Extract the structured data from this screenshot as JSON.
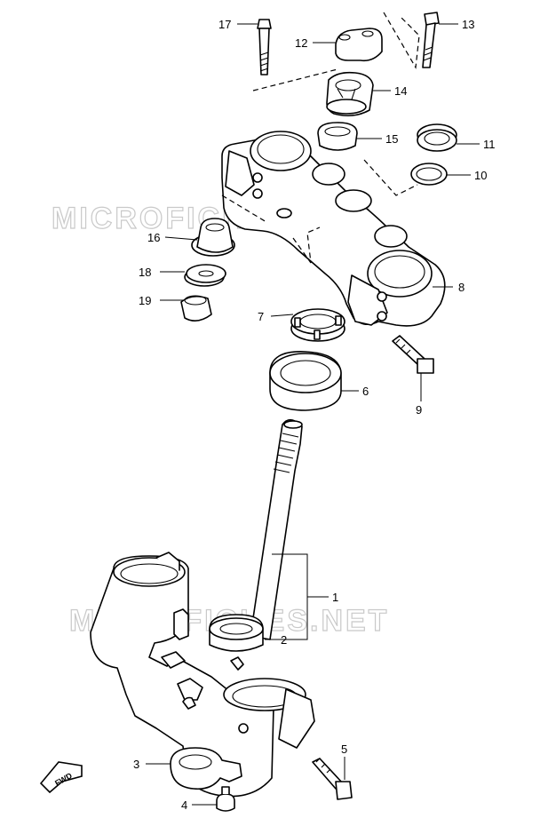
{
  "watermark": {
    "text": "MICROFICHES.NET",
    "color": "#c9c9c9"
  },
  "fwd_badge": {
    "text": "FWD"
  },
  "callouts": [
    "1",
    "2",
    "3",
    "4",
    "5",
    "6",
    "7",
    "8",
    "9",
    "10",
    "11",
    "12",
    "13",
    "14",
    "15",
    "16",
    "17",
    "18",
    "19"
  ],
  "colors": {
    "line": "#000000",
    "fill": "#ffffff"
  }
}
